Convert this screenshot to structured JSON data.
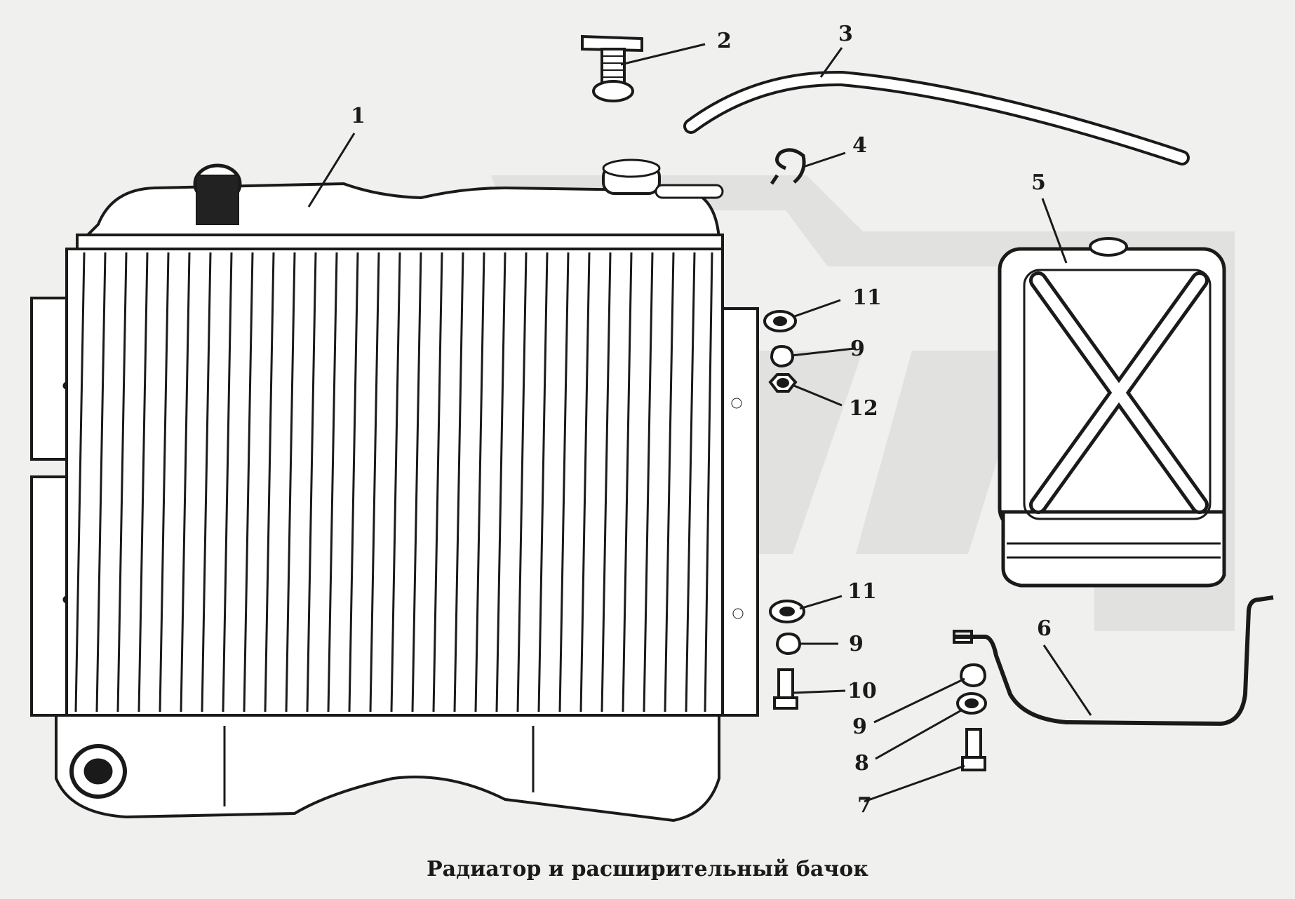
{
  "caption": "Радиатор и расширительный бачок",
  "colors": {
    "background": "#f0f0ee",
    "ink": "#1a1a1a",
    "watermark": "#d9d9d7"
  },
  "callouts": [
    {
      "id": "c1",
      "label": "1"
    },
    {
      "id": "c2",
      "label": "2"
    },
    {
      "id": "c3",
      "label": "3"
    },
    {
      "id": "c4",
      "label": "4"
    },
    {
      "id": "c5",
      "label": "5"
    },
    {
      "id": "c6",
      "label": "6"
    },
    {
      "id": "c7",
      "label": "7"
    },
    {
      "id": "c8",
      "label": "8"
    },
    {
      "id": "c9a",
      "label": "9"
    },
    {
      "id": "c9b",
      "label": "9"
    },
    {
      "id": "c9c",
      "label": "9"
    },
    {
      "id": "c10",
      "label": "10"
    },
    {
      "id": "c11a",
      "label": "11"
    },
    {
      "id": "c11b",
      "label": "11"
    },
    {
      "id": "c12",
      "label": "12"
    }
  ]
}
